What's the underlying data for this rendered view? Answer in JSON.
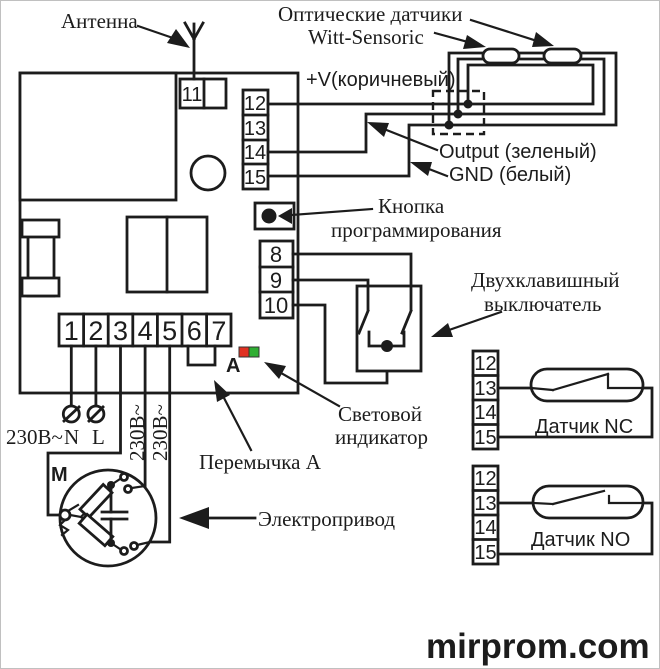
{
  "page": {
    "watermark": "mirprom.com"
  },
  "labels": {
    "antenna": "Антенна",
    "optical_sensors_1": "Оптические датчики",
    "optical_sensors_2": "Witt-Sensoric",
    "v_plus": "+V(коричневый)",
    "output": "Output (зеленый)",
    "gnd": "GND (белый)",
    "prog_button_1": "Кнопка",
    "prog_button_2": "программирования",
    "two_key_switch_1": "Двухклавишный",
    "two_key_switch_2": "выключатель",
    "light_indicator_1": "Световой",
    "light_indicator_2": "индикатор",
    "jumper_a": "Перемычка А",
    "electric_drive": "Электропривод",
    "mains_voltage": "230В~",
    "mains_n": "N",
    "mains_l": "L",
    "motor_voltage_1": "230В~",
    "motor_voltage_2": "230В~",
    "motor": "М",
    "indicator_a": "А",
    "sensor_nc": "Датчик NC",
    "sensor_no": "Датчик NO"
  },
  "terminals": {
    "antenna_terminal": "11",
    "sensor_strip": [
      "12",
      "13",
      "14",
      "15"
    ],
    "switch_strip": [
      "8",
      "9",
      "10"
    ],
    "power_strip": [
      "1",
      "2",
      "3",
      "4",
      "5",
      "6",
      "7"
    ],
    "nc_strip": [
      "12",
      "13",
      "14",
      "15"
    ],
    "no_strip": [
      "12",
      "13",
      "14",
      "15"
    ]
  },
  "colors": {
    "line": "#1c1c1c",
    "led_red": "#e03122",
    "led_green": "#2fae32",
    "watermark": "#c9c9c9"
  }
}
